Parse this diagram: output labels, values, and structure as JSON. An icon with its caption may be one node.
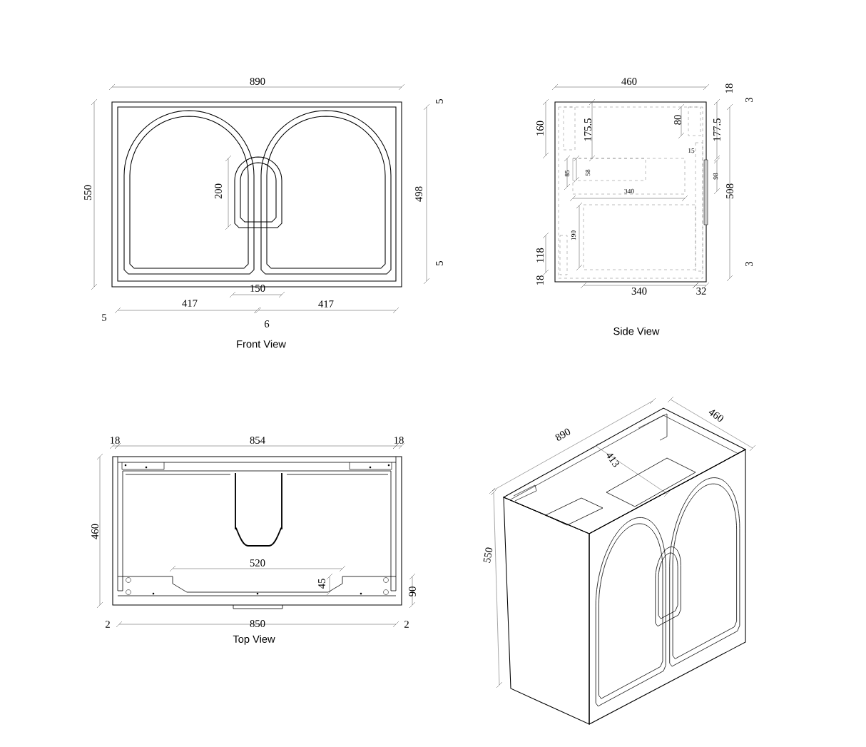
{
  "diagram": {
    "labels": [
      "890",
      "5",
      "550",
      "200",
      "498",
      "5",
      "150",
      "417",
      "417",
      "5",
      "6",
      "Front View",
      "460",
      "18",
      "3",
      "160",
      "175.5",
      "80",
      "177.5",
      "15",
      "85",
      "58",
      "98",
      "508",
      "340",
      "190",
      "118",
      "3",
      "18",
      "340",
      "32",
      "Side View",
      "18",
      "854",
      "18",
      "460",
      "520",
      "45",
      "90",
      "2",
      "850",
      "2",
      "Top View",
      "890",
      "460",
      "413",
      "550"
    ]
  }
}
